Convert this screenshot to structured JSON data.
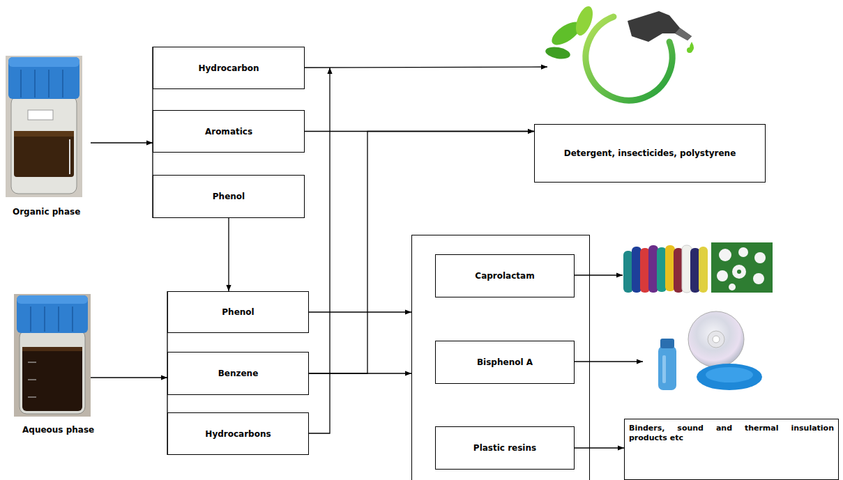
{
  "diagram": {
    "nodes": [
      {
        "text": [
          "Hydrocarbon"
        ]
      },
      {
        "text": [
          "Aromatics"
        ]
      },
      {
        "text": [
          "Detergent, insecticides, polystyrene"
        ]
      },
      {
        "text": [
          "Phenol"
        ]
      },
      {
        "text": [
          "Phenol"
        ]
      },
      {
        "text": [
          "Benzene"
        ]
      },
      {
        "text": [
          "Hydrocarbons"
        ]
      },
      {
        "text": []
      },
      {
        "text": [
          "Caprolactam"
        ],
        "in": 7
      },
      {
        "text": [
          "Bisphenol A"
        ],
        "in": 7
      },
      {
        "text": [
          "Plastic resins"
        ],
        "in": 7
      },
      {
        "text": [
          "Binders, sound and thermal insulation products etc"
        ]
      }
    ],
    "edges": [
      {
        "from": 1,
        "to": 2,
        "arrow": "to"
      },
      {
        "from": 5,
        "to": 2,
        "arrow": "to"
      },
      {
        "from": 3,
        "to": 4,
        "arrow": "to"
      },
      {
        "from": 4,
        "to": 7,
        "arrow": "to"
      },
      {
        "from": 5,
        "to": 7,
        "arrow": "to"
      },
      {
        "from": 10,
        "to": 11,
        "arrow": "to"
      }
    ],
    "labels": [
      "Organic phase",
      "Aqueous phase"
    ]
  }
}
